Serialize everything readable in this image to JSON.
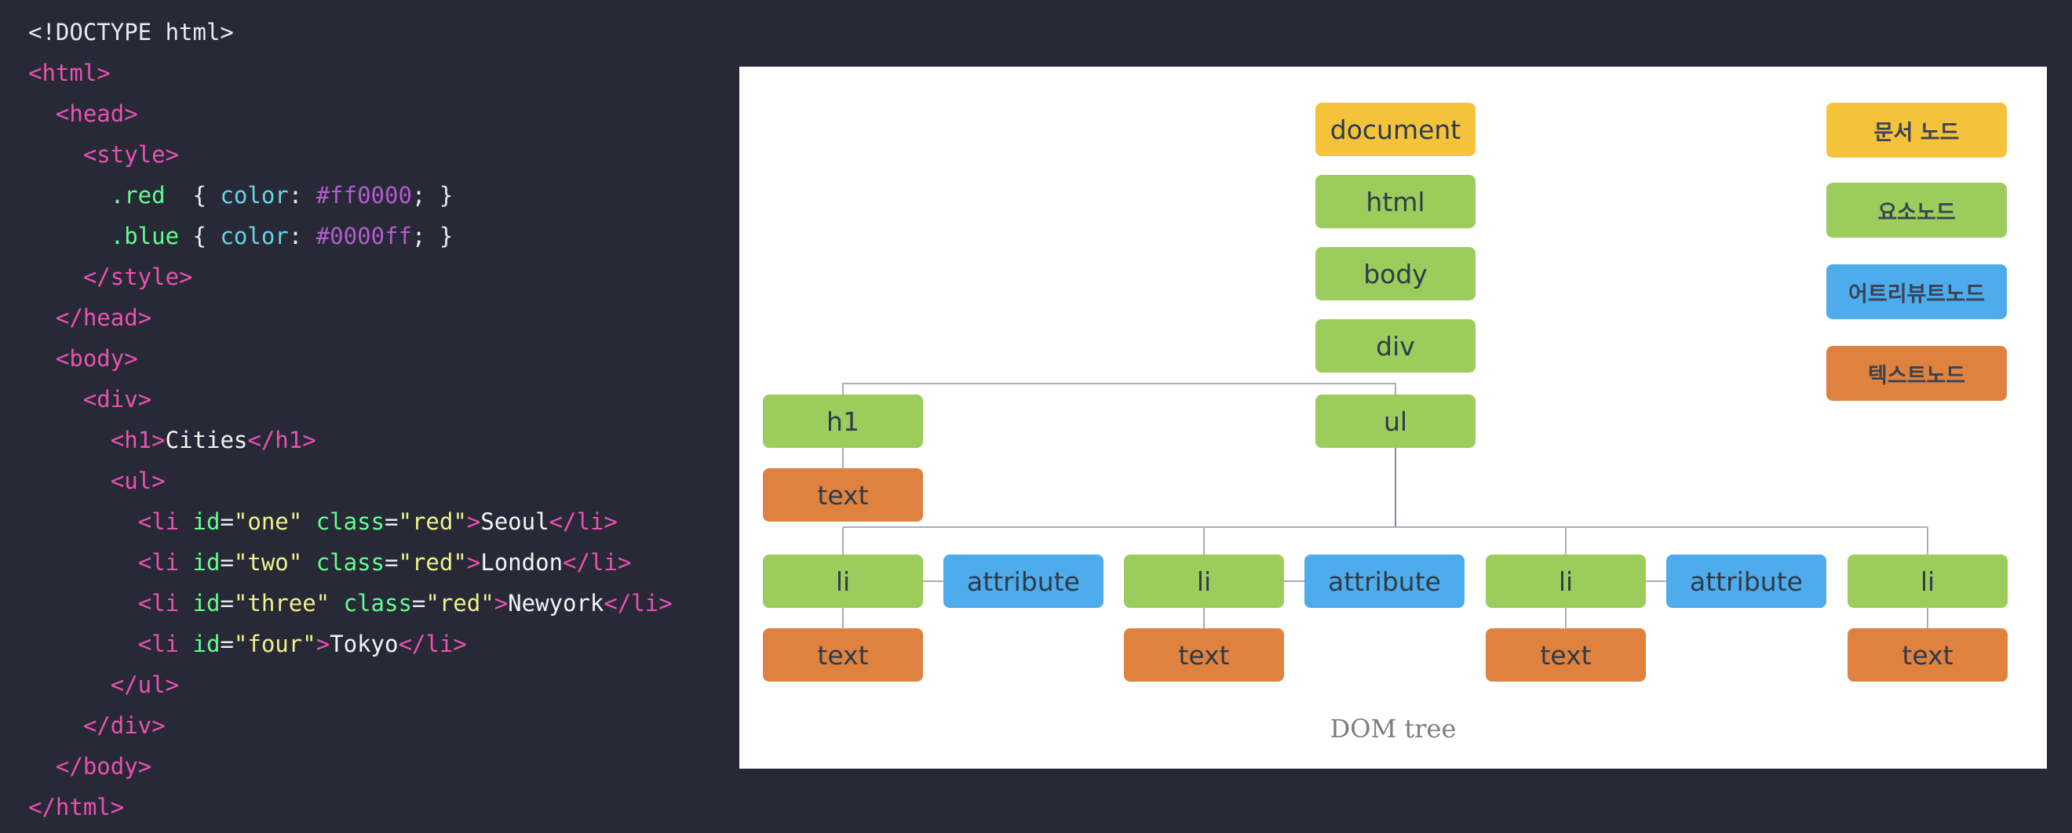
{
  "code_lines": [
    [
      [
        "",
        "<!DOCTYPE html>"
      ]
    ],
    [
      [
        "tag",
        "<html>"
      ]
    ],
    [
      [
        "",
        "  "
      ],
      [
        "tag",
        "<head>"
      ]
    ],
    [
      [
        "",
        "    "
      ],
      [
        "tag",
        "<style>"
      ]
    ],
    [
      [
        "",
        "      "
      ],
      [
        "cls",
        ".red"
      ],
      [
        "",
        "  { "
      ],
      [
        "prop",
        "color"
      ],
      [
        "",
        ": "
      ],
      [
        "num",
        "#ff0000"
      ],
      [
        "",
        "; }"
      ]
    ],
    [
      [
        "",
        "      "
      ],
      [
        "cls",
        ".blue"
      ],
      [
        "",
        " { "
      ],
      [
        "prop",
        "color"
      ],
      [
        "",
        ": "
      ],
      [
        "num",
        "#0000ff"
      ],
      [
        "",
        "; }"
      ]
    ],
    [
      [
        "",
        "    "
      ],
      [
        "tag",
        "</style>"
      ]
    ],
    [
      [
        "",
        "  "
      ],
      [
        "tag",
        "</head>"
      ]
    ],
    [
      [
        "",
        "  "
      ],
      [
        "tag",
        "<body>"
      ]
    ],
    [
      [
        "",
        "    "
      ],
      [
        "tag",
        "<div>"
      ]
    ],
    [
      [
        "",
        "      "
      ],
      [
        "tag",
        "<h1>"
      ],
      [
        "txt",
        "Cities"
      ],
      [
        "tag",
        "</h1>"
      ]
    ],
    [
      [
        "",
        "      "
      ],
      [
        "tag",
        "<ul>"
      ]
    ],
    [
      [
        "",
        "        "
      ],
      [
        "tag",
        "<li "
      ],
      [
        "attr",
        "id"
      ],
      [
        "",
        "="
      ],
      [
        "str",
        "\"one\""
      ],
      [
        "",
        " "
      ],
      [
        "attr",
        "class"
      ],
      [
        "",
        "="
      ],
      [
        "str",
        "\"red\""
      ],
      [
        "tag",
        ">"
      ],
      [
        "txt",
        "Seoul"
      ],
      [
        "tag",
        "</li>"
      ]
    ],
    [
      [
        "",
        "        "
      ],
      [
        "tag",
        "<li "
      ],
      [
        "attr",
        "id"
      ],
      [
        "",
        "="
      ],
      [
        "str",
        "\"two\""
      ],
      [
        "",
        " "
      ],
      [
        "attr",
        "class"
      ],
      [
        "",
        "="
      ],
      [
        "str",
        "\"red\""
      ],
      [
        "tag",
        ">"
      ],
      [
        "txt",
        "London"
      ],
      [
        "tag",
        "</li>"
      ]
    ],
    [
      [
        "",
        "        "
      ],
      [
        "tag",
        "<li "
      ],
      [
        "attr",
        "id"
      ],
      [
        "",
        "="
      ],
      [
        "str",
        "\"three\""
      ],
      [
        "",
        " "
      ],
      [
        "attr",
        "class"
      ],
      [
        "",
        "="
      ],
      [
        "str",
        "\"red\""
      ],
      [
        "tag",
        ">"
      ],
      [
        "txt",
        "Newyork"
      ],
      [
        "tag",
        "</li>"
      ]
    ],
    [
      [
        "",
        "        "
      ],
      [
        "tag",
        "<li "
      ],
      [
        "attr",
        "id"
      ],
      [
        "",
        "="
      ],
      [
        "str",
        "\"four\""
      ],
      [
        "tag",
        ">"
      ],
      [
        "txt",
        "Tokyo"
      ],
      [
        "tag",
        "</li>"
      ]
    ],
    [
      [
        "",
        "      "
      ],
      [
        "tag",
        "</ul>"
      ]
    ],
    [
      [
        "",
        "    "
      ],
      [
        "tag",
        "</div>"
      ]
    ],
    [
      [
        "",
        "  "
      ],
      [
        "tag",
        "</body>"
      ]
    ],
    [
      [
        "tag",
        "</html>"
      ]
    ]
  ],
  "tree": {
    "document": "document",
    "html": "html",
    "body": "body",
    "div": "div",
    "h1": "h1",
    "ul": "ul",
    "li": "li",
    "text": "text",
    "attribute": "attribute"
  },
  "legend": {
    "document_node": "문서 노드",
    "element_node": "요소노드",
    "attribute_node": "어트리뷰트노드",
    "text_node": "텍스트노드"
  },
  "caption": "DOM tree",
  "colors": {
    "document_node": "#f5c33b",
    "element_node": "#9ccc5c",
    "attribute_node": "#4eabec",
    "text_node": "#df823f",
    "code_background": "#282936"
  }
}
